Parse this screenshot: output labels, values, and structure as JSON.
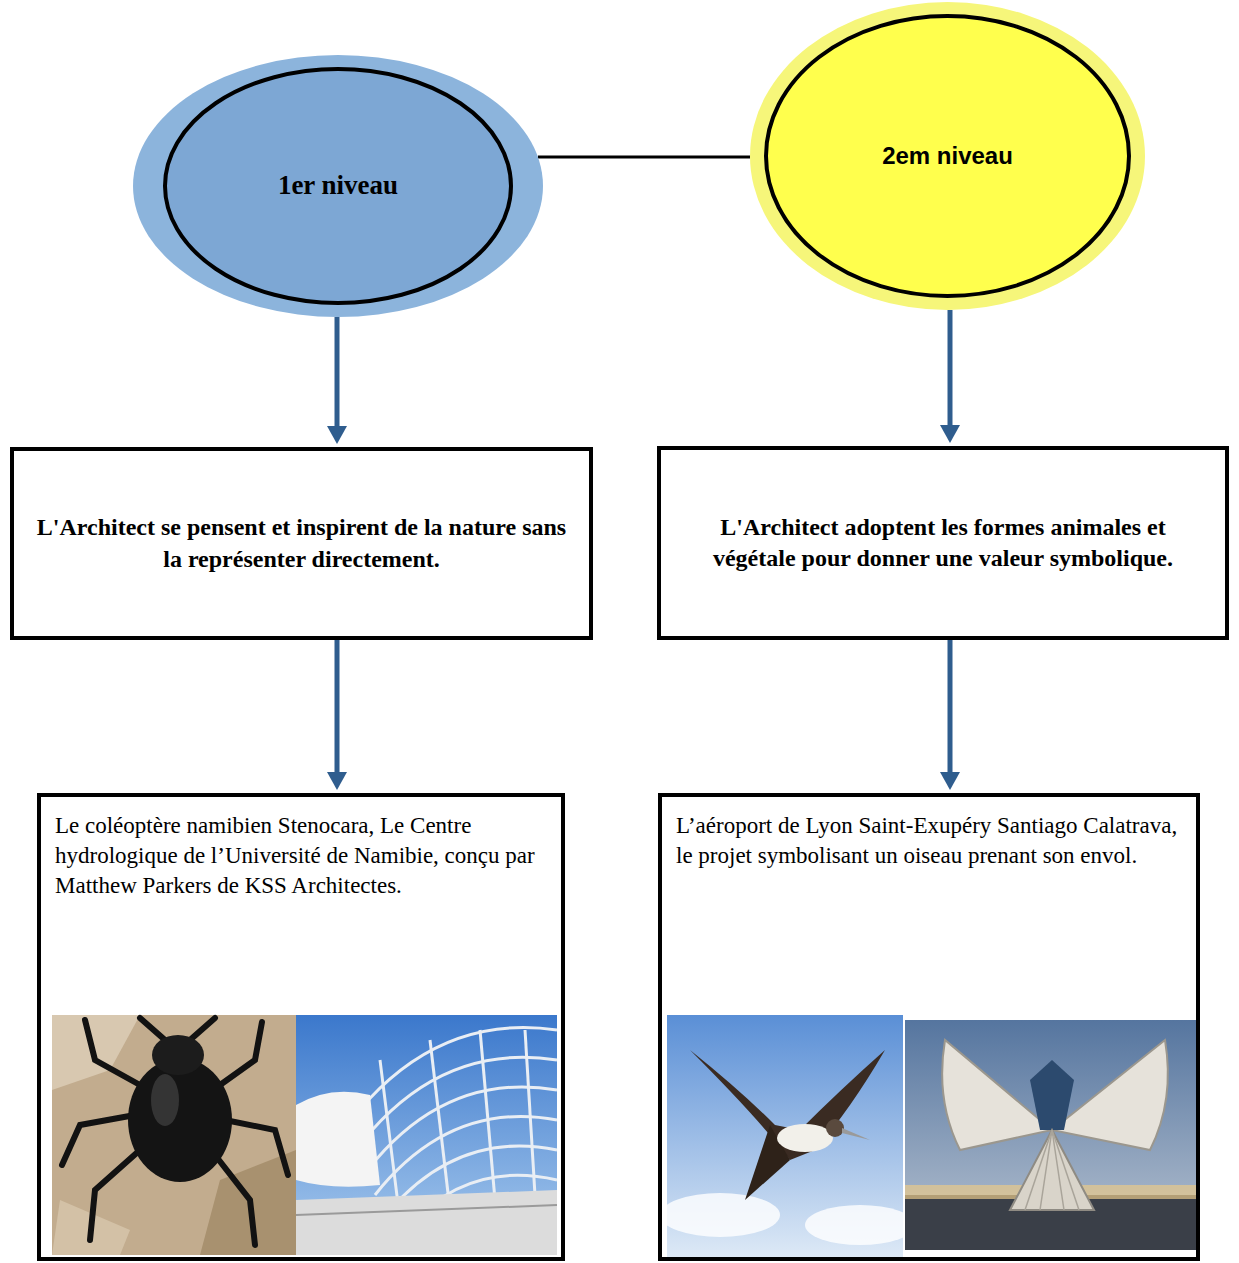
{
  "diagram": {
    "nodes": [
      {
        "text": [
          "1er niveau"
        ]
      },
      {
        "text": [
          "2em niveau"
        ]
      },
      {
        "text": [
          "L'Architect se pensent et inspirent de la nature sans la représenter directement."
        ]
      },
      {
        "text": [
          "L'Architect adoptent les formes animales et végétale pour donner une valeur symbolique."
        ]
      },
      {
        "text": [
          "Le coléoptère namibien Stenocara, Le Centre hydrologique de l’Université de Namibie, conçu par Matthew Parkers de KSS Architectes."
        ]
      },
      {
        "text": [
          "L’aéroport de Lyon Saint-Exupéry Santiago Calatrava, le projet symbolisant un oiseau prenant son envol."
        ]
      }
    ],
    "edges": [
      {
        "from": 0,
        "to": 1,
        "arrow": "none"
      },
      {
        "from": 0,
        "to": 2,
        "arrow": "to"
      },
      {
        "from": 2,
        "to": 4,
        "arrow": "to"
      },
      {
        "from": 1,
        "to": 3,
        "arrow": "to"
      },
      {
        "from": 3,
        "to": 5,
        "arrow": "to"
      }
    ]
  }
}
